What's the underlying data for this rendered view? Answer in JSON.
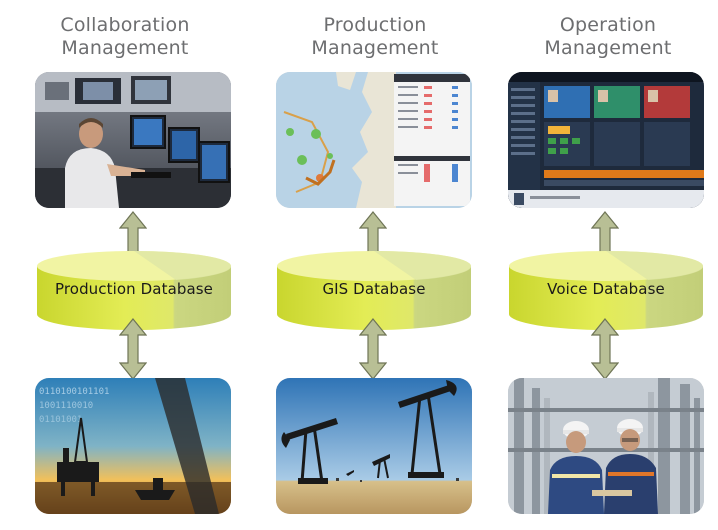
{
  "columns": [
    {
      "title_line1": "Collaboration",
      "title_line2": "Management",
      "database_label": "Production Database",
      "top_image": "control-room-photo",
      "bottom_image": "offshore-rig-photo"
    },
    {
      "title_line1": "Production",
      "title_line2": "Management",
      "database_label": "GIS Database",
      "top_image": "gis-map-screenshot",
      "bottom_image": "oil-pumpjack-photo"
    },
    {
      "title_line1": "Operation",
      "title_line2": "Management",
      "database_label": "Voice Database",
      "top_image": "dispatch-console-screenshot",
      "bottom_image": "refinery-workers-photo"
    }
  ],
  "colors": {
    "title_text": "#6d6e70",
    "database_fill": "#d9e34a",
    "database_top": "#eef29a",
    "arrow_fill": "#b8bf95",
    "arrow_stroke": "#6f7556"
  }
}
